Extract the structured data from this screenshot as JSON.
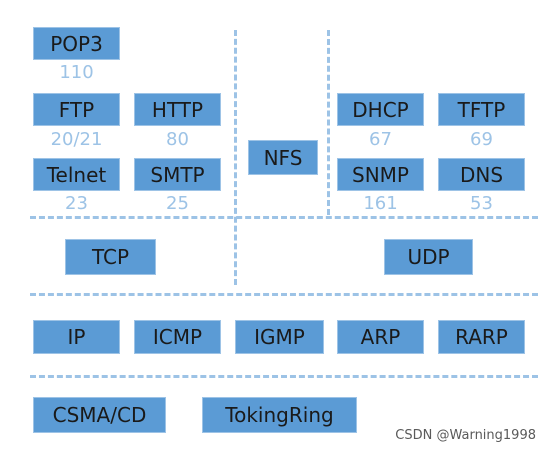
{
  "application_layer": {
    "pop3": {
      "label": "POP3",
      "port": "110"
    },
    "ftp": {
      "label": "FTP",
      "port": "20/21"
    },
    "http": {
      "label": "HTTP",
      "port": "80"
    },
    "telnet": {
      "label": "Telnet",
      "port": "23"
    },
    "smtp": {
      "label": "SMTP",
      "port": "25"
    },
    "nfs": {
      "label": "NFS"
    },
    "dhcp": {
      "label": "DHCP",
      "port": "67"
    },
    "tftp": {
      "label": "TFTP",
      "port": "69"
    },
    "snmp": {
      "label": "SNMP",
      "port": "161"
    },
    "dns": {
      "label": "DNS",
      "port": "53"
    }
  },
  "transport_layer": {
    "tcp": "TCP",
    "udp": "UDP"
  },
  "network_layer": [
    "IP",
    "ICMP",
    "IGMP",
    "ARP",
    "RARP"
  ],
  "link_layer": [
    "CSMA/CD",
    "TokingRing"
  ],
  "watermark": "CSDN @Warning1998"
}
